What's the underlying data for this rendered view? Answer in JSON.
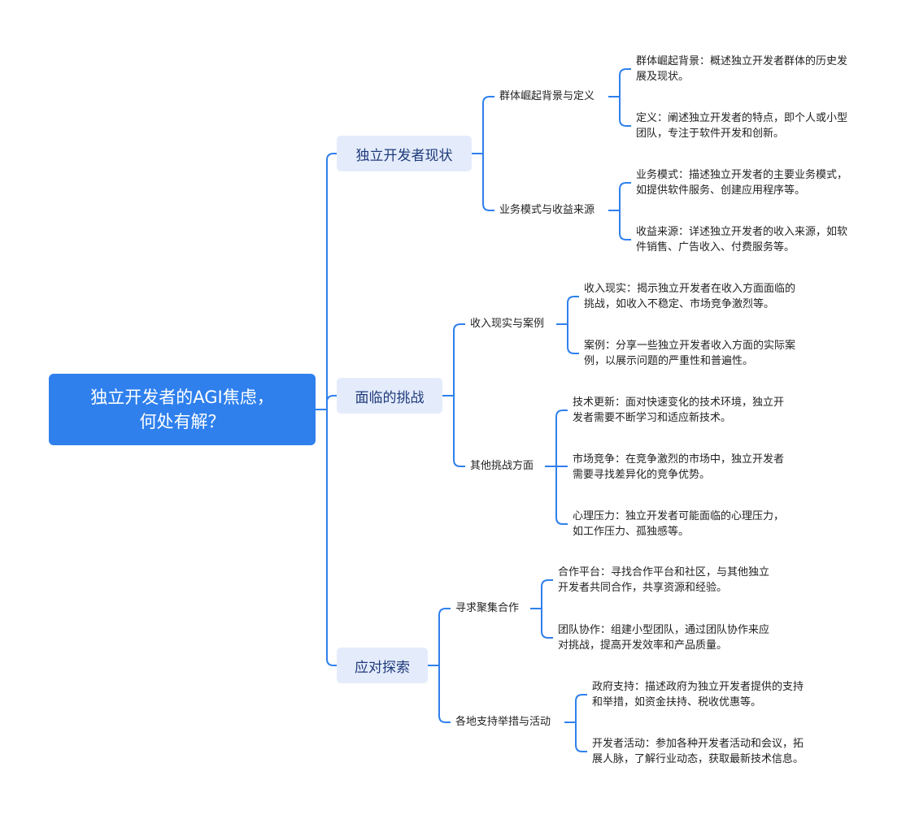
{
  "root": {
    "line1": "独立开发者的AGI焦虑，",
    "line2": "何处有解？"
  },
  "branches": [
    {
      "label": "独立开发者现状",
      "children": [
        {
          "label": "群体崛起背景与定义",
          "leaves": [
            {
              "line1": "群体崛起背景：概述独立开发者群体的历史发",
              "line2": "展及现状。"
            },
            {
              "line1": "定义：阐述独立开发者的特点，即个人或小型",
              "line2": "团队，专注于软件开发和创新。"
            }
          ]
        },
        {
          "label": "业务模式与收益来源",
          "leaves": [
            {
              "line1": "业务模式：描述独立开发者的主要业务模式，",
              "line2": "如提供软件服务、创建应用程序等。"
            },
            {
              "line1": "收益来源：详述独立开发者的收入来源，如软",
              "line2": "件销售、广告收入、付费服务等。"
            }
          ]
        }
      ]
    },
    {
      "label": "面临的挑战",
      "children": [
        {
          "label": "收入现实与案例",
          "leaves": [
            {
              "line1": "收入现实：揭示独立开发者在收入方面面临的",
              "line2": "挑战，如收入不稳定、市场竞争激烈等。"
            },
            {
              "line1": "案例：分享一些独立开发者收入方面的实际案",
              "line2": "例，以展示问题的严重性和普遍性。"
            }
          ]
        },
        {
          "label": "其他挑战方面",
          "leaves": [
            {
              "line1": "技术更新：面对快速变化的技术环境，独立开",
              "line2": "发者需要不断学习和适应新技术。"
            },
            {
              "line1": "市场竞争：在竞争激烈的市场中，独立开发者",
              "line2": "需要寻找差异化的竞争优势。"
            },
            {
              "line1": "心理压力：独立开发者可能面临的心理压力，",
              "line2": "如工作压力、孤独感等。"
            }
          ]
        }
      ]
    },
    {
      "label": "应对探索",
      "children": [
        {
          "label": "寻求聚集合作",
          "leaves": [
            {
              "line1": "合作平台：寻找合作平台和社区，与其他独立",
              "line2": "开发者共同合作，共享资源和经验。"
            },
            {
              "line1": "团队协作：组建小型团队，通过团队协作来应",
              "line2": "对挑战，提高开发效率和产品质量。"
            }
          ]
        },
        {
          "label": "各地支持举措与活动",
          "leaves": [
            {
              "line1": "政府支持：描述政府为独立开发者提供的支持",
              "line2": "和举措，如资金扶持、税收优惠等。"
            },
            {
              "line1": "开发者活动：参加各种开发者活动和会议，拓",
              "line2": "展人脉，了解行业动态，获取最新技术信息。"
            }
          ]
        }
      ]
    }
  ],
  "colors": {
    "root_bg": "#2f80ed",
    "branch_bg": "#e4ecfc",
    "connector": "#2f80ed"
  }
}
